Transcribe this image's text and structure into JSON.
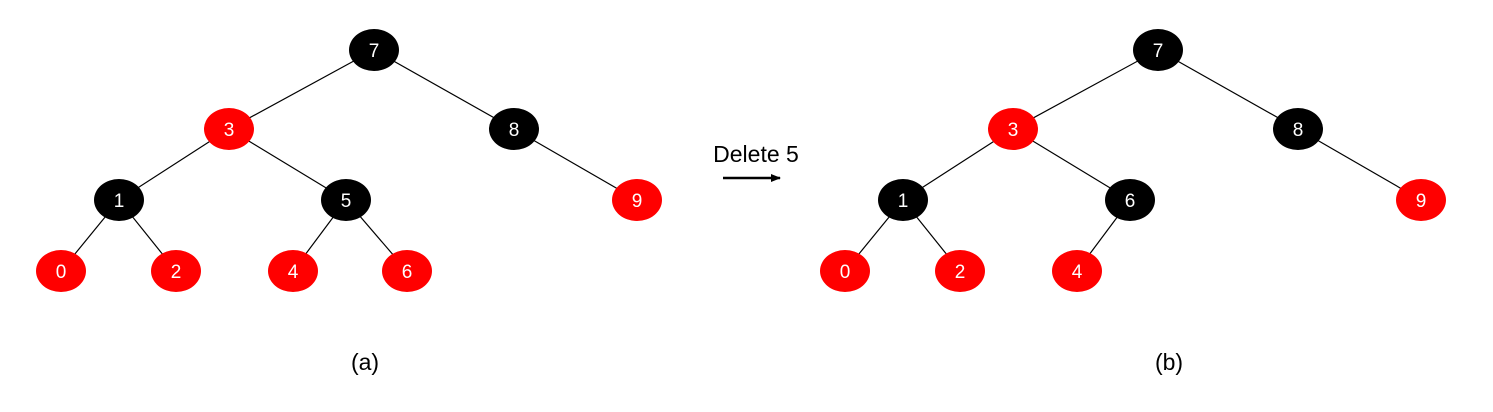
{
  "colors": {
    "red": "#ff0000",
    "black": "#000000",
    "edge": "#000000",
    "node_text": "#ffffff",
    "label": "#000000",
    "background": "#ffffff"
  },
  "operation": {
    "label": "Delete 5",
    "arrow": "right-arrow"
  },
  "trees": [
    {
      "caption": "(a)",
      "nodes": [
        {
          "id": "a7",
          "label": "7",
          "color": "black"
        },
        {
          "id": "a3",
          "label": "3",
          "color": "red"
        },
        {
          "id": "a8",
          "label": "8",
          "color": "black"
        },
        {
          "id": "a1",
          "label": "1",
          "color": "black"
        },
        {
          "id": "a5",
          "label": "5",
          "color": "black"
        },
        {
          "id": "a9",
          "label": "9",
          "color": "red"
        },
        {
          "id": "a0",
          "label": "0",
          "color": "red"
        },
        {
          "id": "a2",
          "label": "2",
          "color": "red"
        },
        {
          "id": "a4",
          "label": "4",
          "color": "red"
        },
        {
          "id": "a6",
          "label": "6",
          "color": "red"
        }
      ],
      "edges": [
        [
          "a7",
          "a3"
        ],
        [
          "a7",
          "a8"
        ],
        [
          "a3",
          "a1"
        ],
        [
          "a3",
          "a5"
        ],
        [
          "a8",
          "a9"
        ],
        [
          "a1",
          "a0"
        ],
        [
          "a1",
          "a2"
        ],
        [
          "a5",
          "a4"
        ],
        [
          "a5",
          "a6"
        ]
      ]
    },
    {
      "caption": "(b)",
      "nodes": [
        {
          "id": "b7",
          "label": "7",
          "color": "black"
        },
        {
          "id": "b3",
          "label": "3",
          "color": "red"
        },
        {
          "id": "b8",
          "label": "8",
          "color": "black"
        },
        {
          "id": "b1",
          "label": "1",
          "color": "black"
        },
        {
          "id": "b6",
          "label": "6",
          "color": "black"
        },
        {
          "id": "b9",
          "label": "9",
          "color": "red"
        },
        {
          "id": "b0",
          "label": "0",
          "color": "red"
        },
        {
          "id": "b2",
          "label": "2",
          "color": "red"
        },
        {
          "id": "b4",
          "label": "4",
          "color": "red"
        }
      ],
      "edges": [
        [
          "b7",
          "b3"
        ],
        [
          "b7",
          "b8"
        ],
        [
          "b3",
          "b1"
        ],
        [
          "b3",
          "b6"
        ],
        [
          "b8",
          "b9"
        ],
        [
          "b1",
          "b0"
        ],
        [
          "b1",
          "b2"
        ],
        [
          "b6",
          "b4"
        ]
      ]
    }
  ]
}
